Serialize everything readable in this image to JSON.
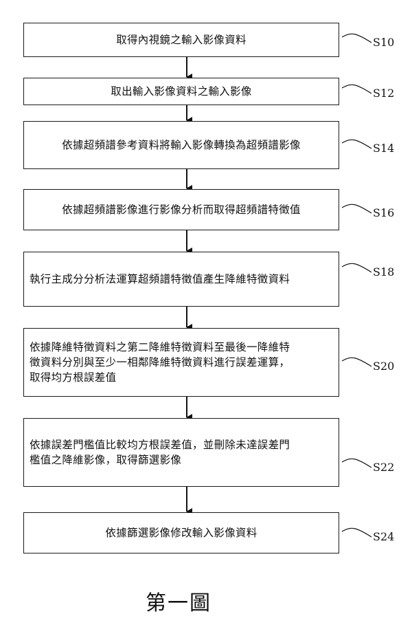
{
  "steps": [
    {
      "id": "S10",
      "lines": [
        "取得內視鏡之輸入影像資料"
      ]
    },
    {
      "id": "S12",
      "lines": [
        "取出輸入影像資料之輸入影像"
      ]
    },
    {
      "id": "S14",
      "lines": [
        "依據超頻譜參考資料將輸入影像轉換為超頻譜影像"
      ]
    },
    {
      "id": "S16",
      "lines": [
        "依據超頻譜影像進行影像分析而取得超頻譜特徵值"
      ]
    },
    {
      "id": "S18",
      "lines": [
        "執行主成分分析法運算超頻譜特徵值產生降維特徵資料"
      ]
    },
    {
      "id": "S20",
      "lines": [
        "依據降維特徵資料之第二降維特徵資料至最後一降維特",
        "徵資料分別與至少一相鄰降維特徵資料進行誤差運算，",
        "取得均方根誤差值"
      ]
    },
    {
      "id": "S22",
      "lines": [
        "依據誤差門檻值比較均方根誤差值，並刪除未達誤差門",
        "檻值之降維影像，取得篩選影像"
      ]
    },
    {
      "id": "S24",
      "lines": [
        "依據篩選影像修改輸入影像資料"
      ]
    }
  ],
  "caption": "第一圖"
}
